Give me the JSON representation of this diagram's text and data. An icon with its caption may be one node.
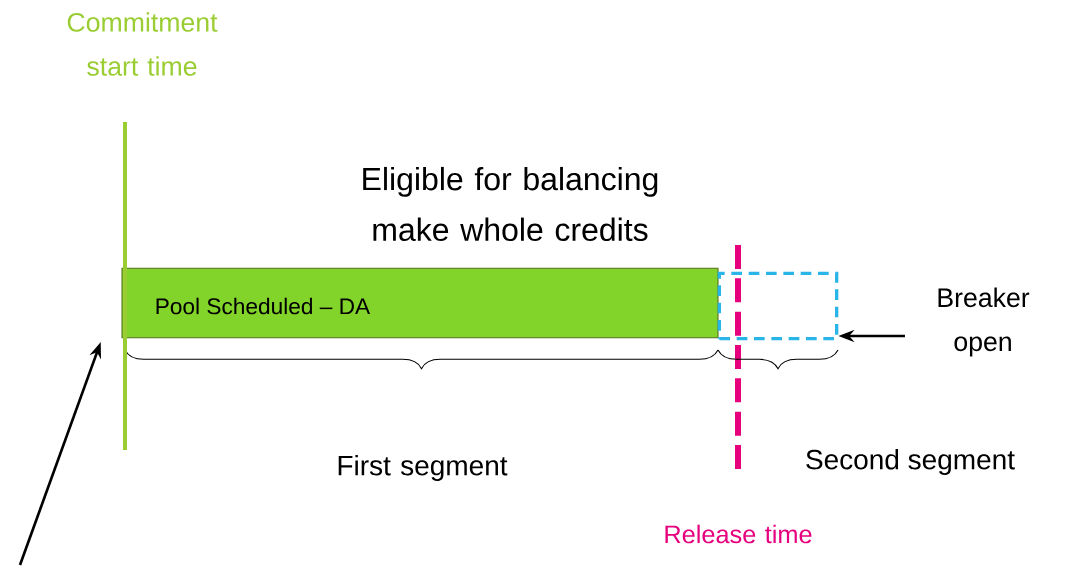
{
  "diagram": {
    "nodes": [
      {
        "text": [
          "Pool Scheduled – DA"
        ]
      },
      {
        "text": [],
        "shape": "box"
      },
      {
        "text": [
          "Breaker open"
        ]
      },
      {
        "text": [],
        "shape": "bar",
        "beside": [
          "Commitment start time"
        ]
      }
    ],
    "edges": [
      {
        "from": 2,
        "to": 1,
        "arrow": "to"
      },
      {
        "from": null,
        "to": 3,
        "arrow": "to"
      }
    ],
    "labels": [
      "Eligible for balancing make whole credits",
      "First segment",
      "Second segment",
      "Release time"
    ]
  }
}
